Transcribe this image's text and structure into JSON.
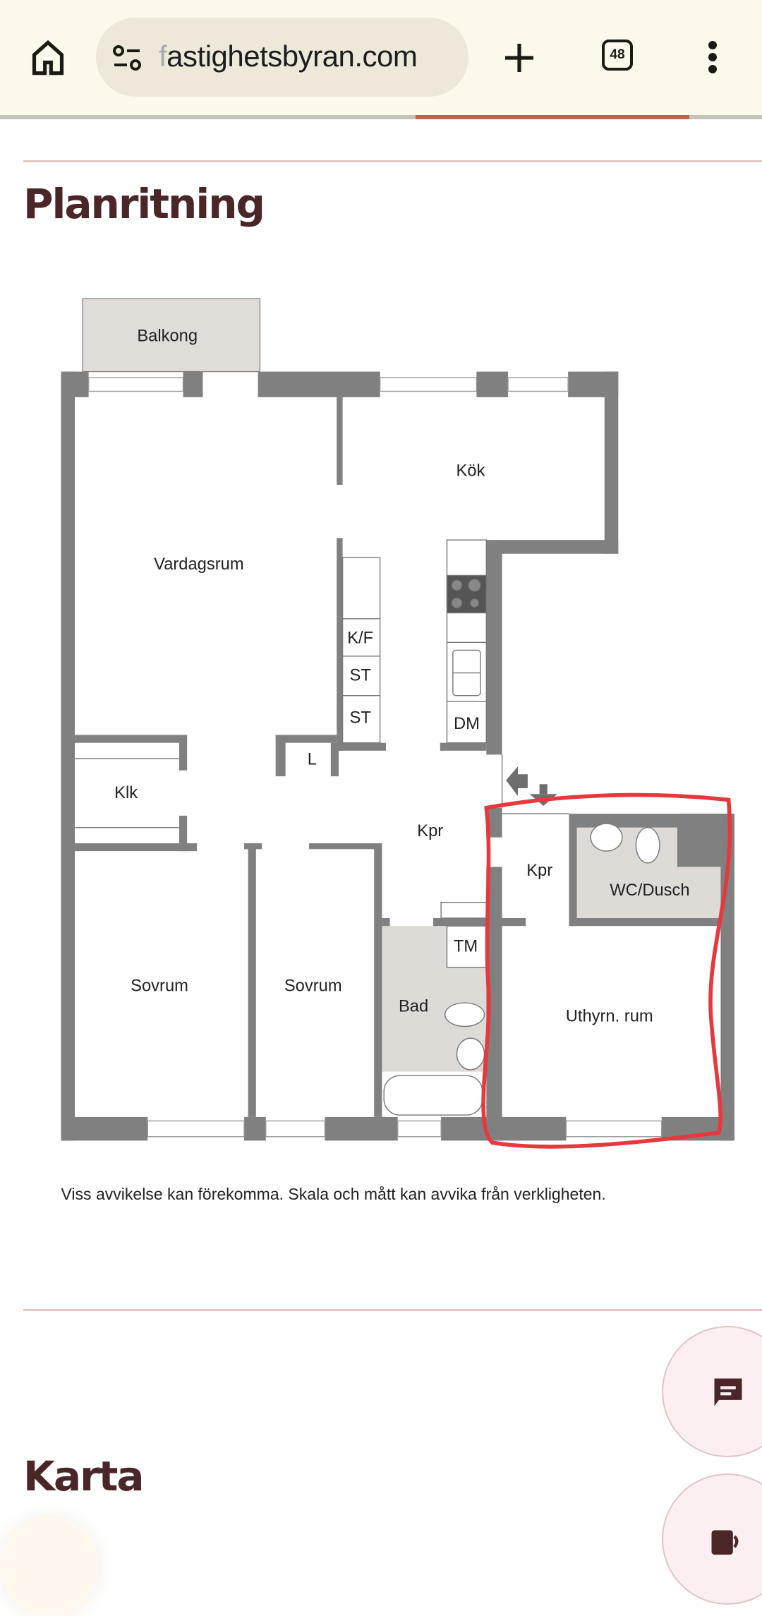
{
  "browser": {
    "url": "fastighetsbyran.com",
    "url_faded_char": "f",
    "url_rest": "astighetsbyran.com",
    "tab_count": "48",
    "page_load_progress_color": "#b5694a",
    "icons": [
      "home-icon",
      "site-settings-icon",
      "new-tab-icon",
      "tab-switcher-icon",
      "more-menu-icon"
    ]
  },
  "sections": {
    "floorplan_title": "Planritning",
    "map_title": "Karta"
  },
  "floorplan": {
    "rooms": {
      "balcony": "Balkong",
      "kitchen": "Kök",
      "living": "Vardagsrum",
      "kf": "K/F",
      "st1": "ST",
      "st2": "ST",
      "dm": "DM",
      "l": "L",
      "klk": "Klk",
      "kpr1": "Kpr",
      "kpr2": "Kpr",
      "wc": "WC/Dusch",
      "tm": "TM",
      "bedroom1": "Sovrum",
      "bedroom2": "Sovrum",
      "bath": "Bad",
      "rental": "Uthyrn. rum"
    },
    "caption": "Viss avvikelse kan förekomma. Skala och mått kan avvika från verkligheten.",
    "highlight_color": "#e8383d"
  },
  "fabs": {
    "icons": [
      "chat-icon",
      "phone-chat-icon"
    ],
    "color": "#4a2628"
  }
}
